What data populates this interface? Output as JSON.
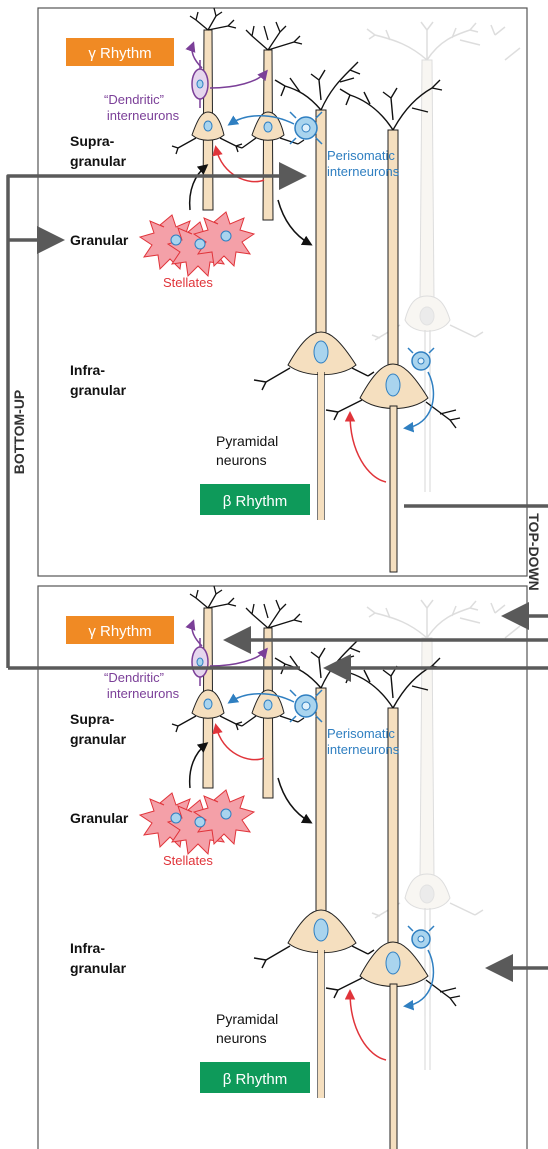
{
  "panels": [
    {
      "gamma_badge": "γ Rhythm",
      "dendritic_label_1": "“Dendritic”",
      "dendritic_label_2": "interneurons",
      "supra_1": "Supra-",
      "supra_2": "granular",
      "granular": "Granular",
      "stellates": "Stellates",
      "perisomatic_1": "Perisomatic",
      "perisomatic_2": "interneurons",
      "infra_1": "Infra-",
      "infra_2": "granular",
      "pyramidal_1": "Pyramidal",
      "pyramidal_2": "neurons",
      "beta_badge": "β Rhythm"
    },
    {
      "gamma_badge": "γ Rhythm",
      "dendritic_label_1": "“Dendritic”",
      "dendritic_label_2": "interneurons",
      "supra_1": "Supra-",
      "supra_2": "granular",
      "granular": "Granular",
      "stellates": "Stellates",
      "perisomatic_1": "Perisomatic",
      "perisomatic_2": "interneurons",
      "infra_1": "Infra-",
      "infra_2": "granular",
      "pyramidal_1": "Pyramidal",
      "pyramidal_2": "neurons",
      "beta_badge": "β Rhythm"
    }
  ],
  "side_labels": {
    "bottom_up": "BOTTOM-UP",
    "top_down": "TOP-DOWN"
  },
  "colors": {
    "gamma": "#f08a24",
    "beta": "#0e9a5a",
    "dendritic": "#7b3f98",
    "perisomatic": "#2f7fc1",
    "stellate": "#e0343a",
    "cell_fill": "#f5dfbf",
    "arrow_gray": "#5a5a5a"
  }
}
